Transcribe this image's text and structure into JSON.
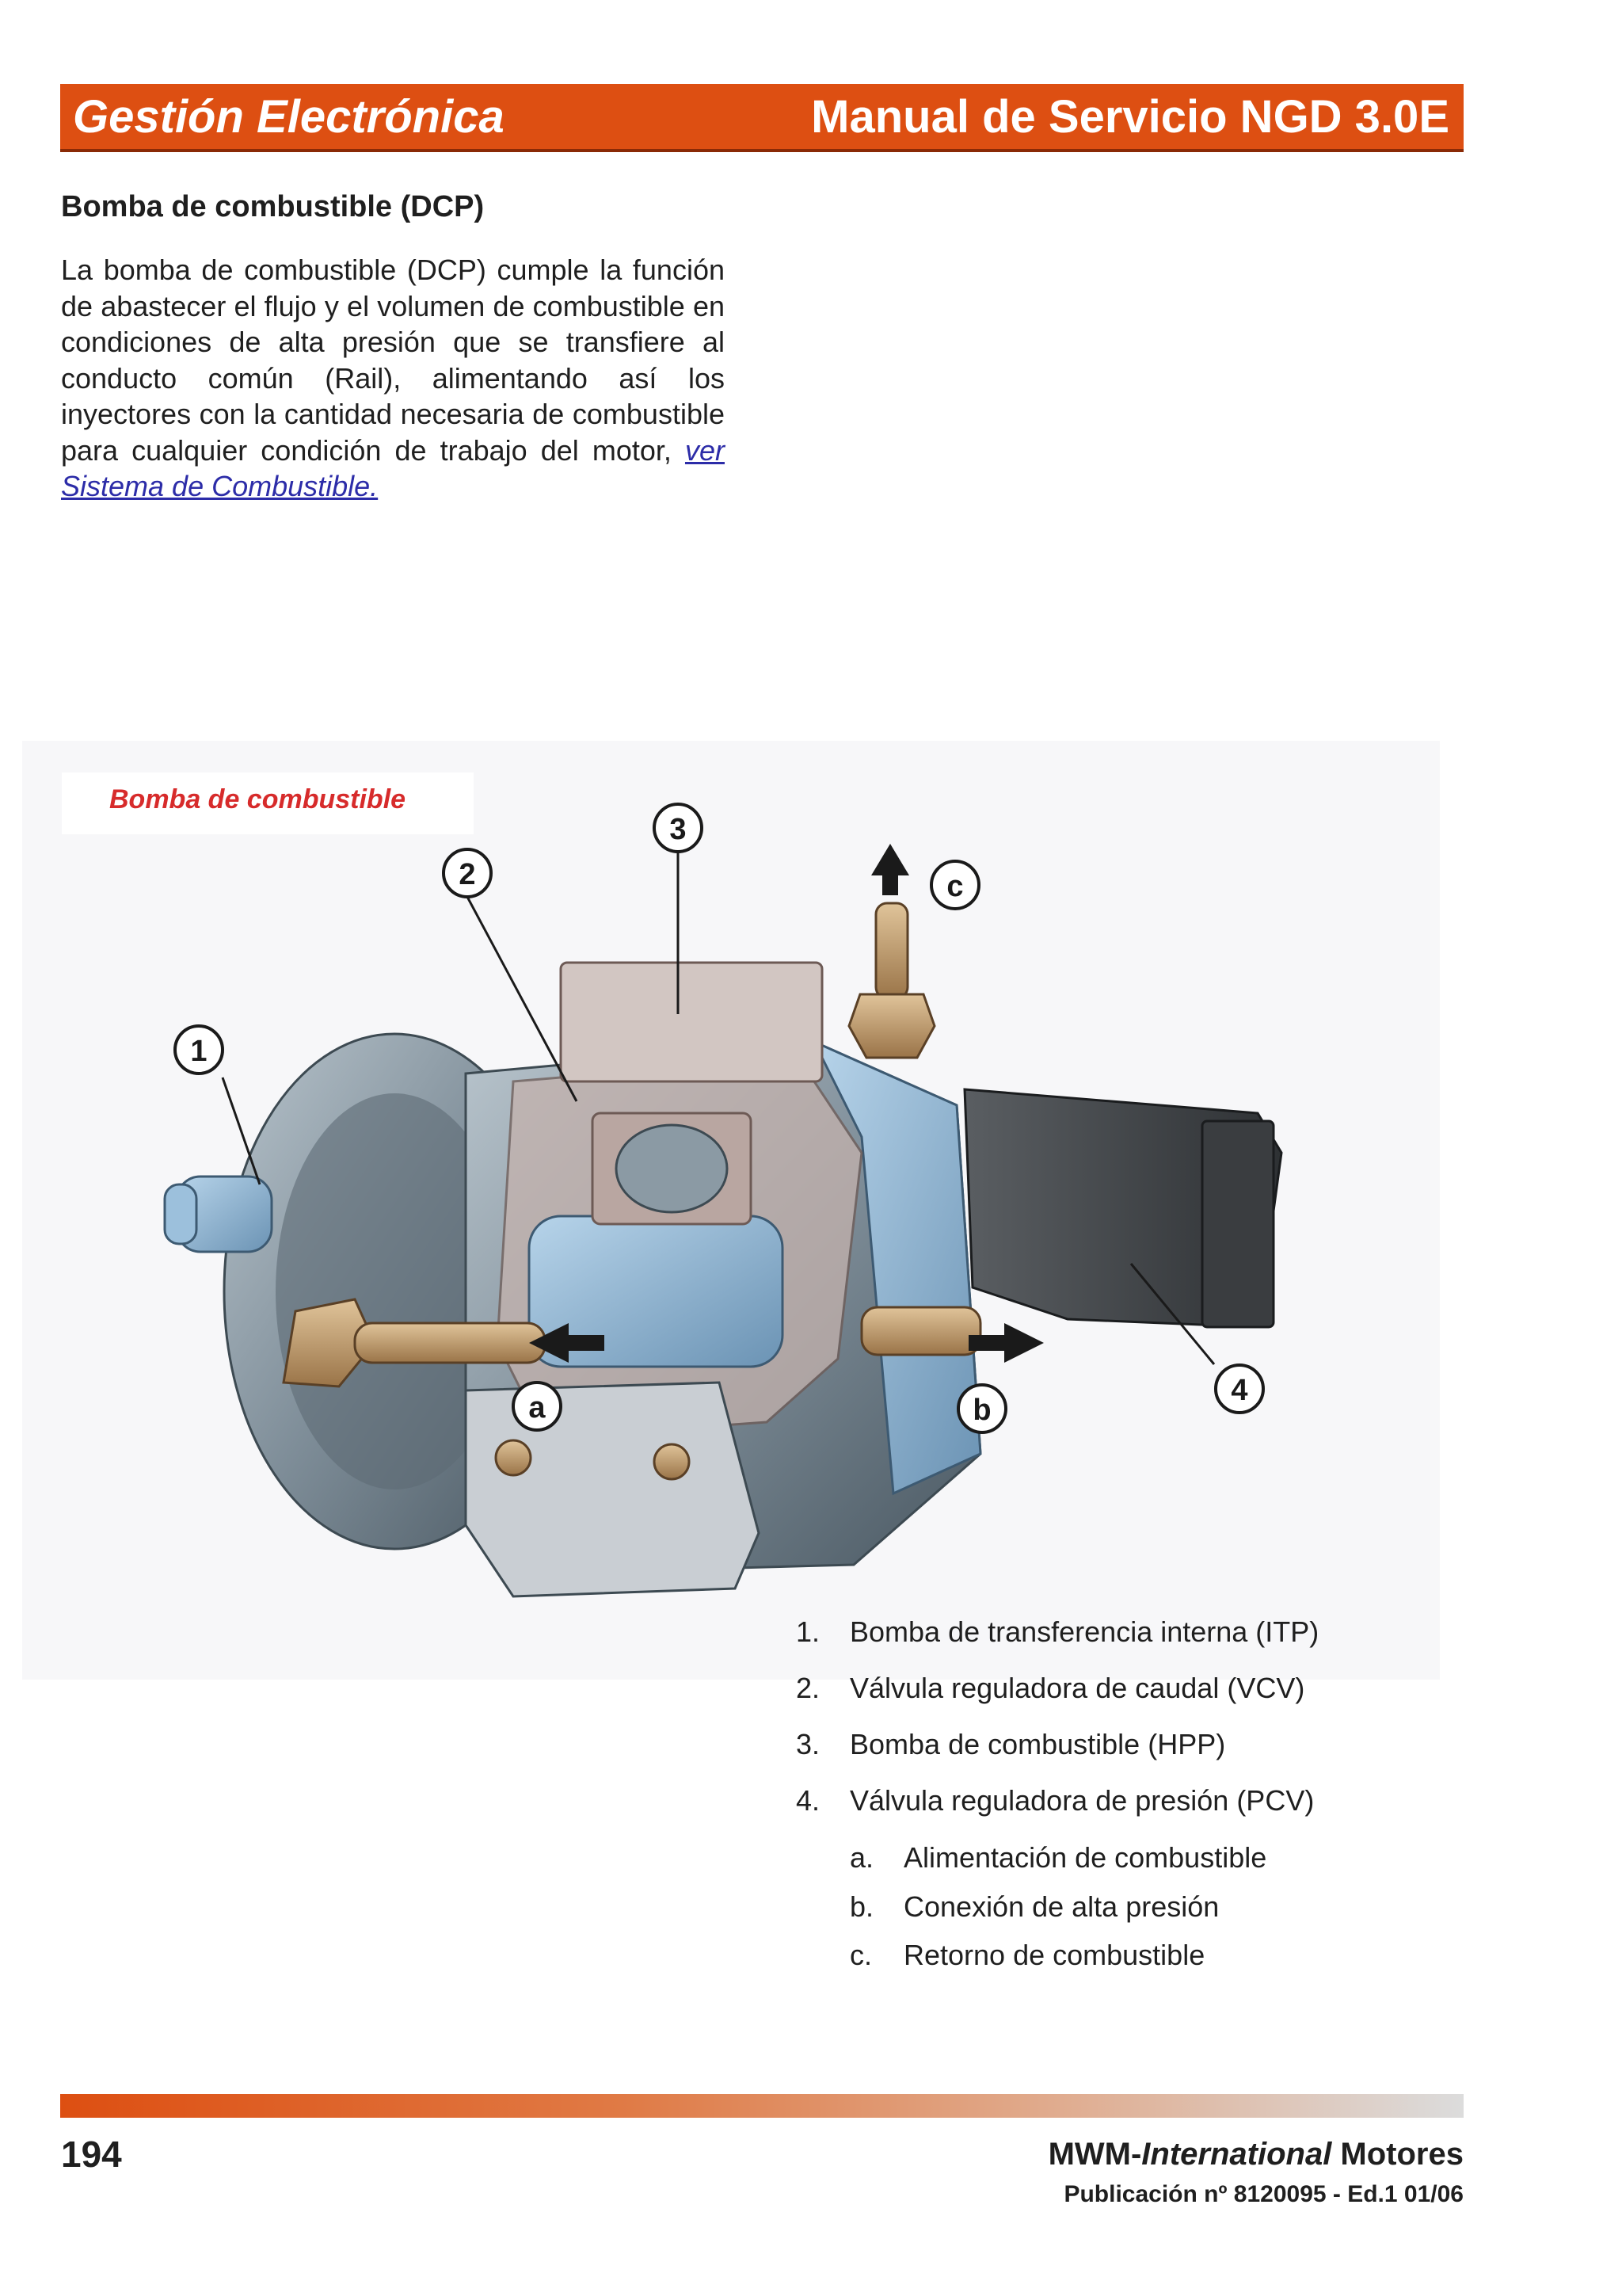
{
  "header": {
    "left_title": "Gestión Electrónica",
    "right_title": "Manual de Servicio NGD 3.0E"
  },
  "section": {
    "title": "Bomba de combustible (DCP)",
    "paragraph": "La bomba de combustible (DCP) cumple la función de abastecer el flujo y el volumen de combustible en condiciones de alta presión que se transfiere al conducto común (Rail), alimentando así los inyectores con la cantidad necesaria de combustible para cualquier condición de trabajo del motor,",
    "link_text": "ver Sistema de Combustible."
  },
  "figure": {
    "caption": "Bomba de combustible",
    "callouts": [
      "1",
      "2",
      "3",
      "4",
      "a",
      "b",
      "c"
    ]
  },
  "legend": {
    "items": [
      {
        "num": "1.",
        "text": "Bomba de transferencia interna (ITP)"
      },
      {
        "num": "2.",
        "text": "Válvula reguladora de caudal (VCV)"
      },
      {
        "num": "3.",
        "text": "Bomba de combustible (HPP)"
      },
      {
        "num": "4.",
        "text": "Válvula reguladora de presión (PCV)"
      }
    ],
    "sub_items": [
      {
        "num": "a.",
        "text": "Alimentación de combustible"
      },
      {
        "num": "b.",
        "text": "Conexión de alta presión"
      },
      {
        "num": "c.",
        "text": "Retorno de combustible"
      }
    ]
  },
  "footer": {
    "page_number": "194",
    "brand_prefix": "MWM-",
    "brand_italic": "International",
    "brand_suffix": " Motores",
    "publication": "Publicación nº 8120095 - Ed.1 01/06"
  },
  "colors": {
    "header_orange": "#dd4f12",
    "caption_red": "#d72b2b",
    "link_blue": "#2c2ca8"
  }
}
